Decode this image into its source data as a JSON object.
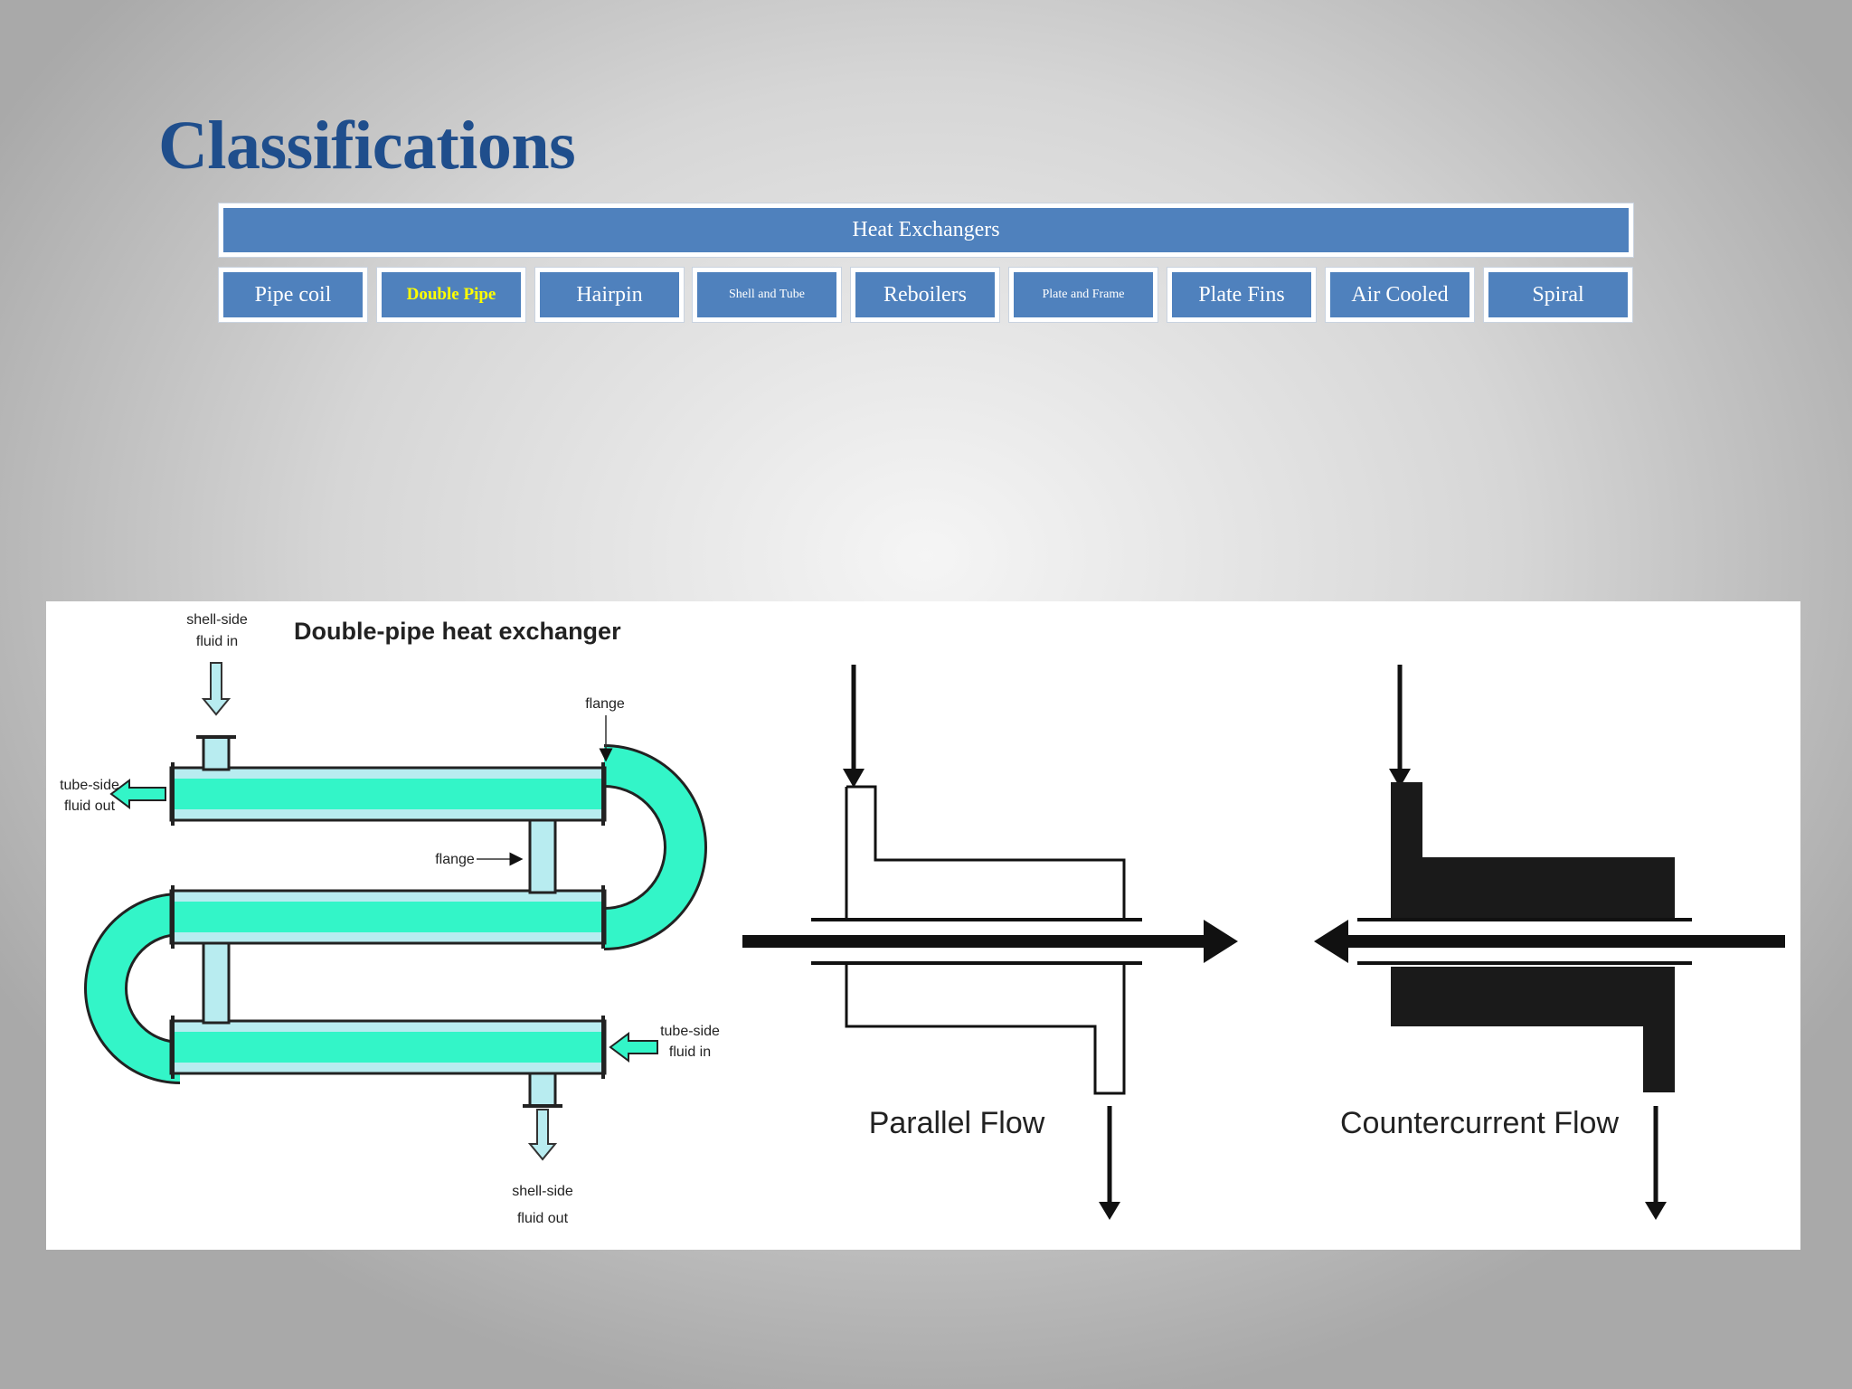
{
  "slide": {
    "title": "Classifications"
  },
  "hierarchy": {
    "root": "Heat Exchangers",
    "categories": [
      {
        "label": "Pipe coil",
        "highlighted": false
      },
      {
        "label": "Double Pipe",
        "highlighted": true
      },
      {
        "label": "Hairpin",
        "highlighted": false
      },
      {
        "label": "Shell and Tube",
        "highlighted": false
      },
      {
        "label": "Reboilers",
        "highlighted": false
      },
      {
        "label": "Plate and Frame",
        "highlighted": false
      },
      {
        "label": "Plate Fins",
        "highlighted": false
      },
      {
        "label": "Air Cooled",
        "highlighted": false
      },
      {
        "label": "Spiral",
        "highlighted": false
      }
    ]
  },
  "colors": {
    "title": "#1f4e8c",
    "box_fill": "#4f81bd",
    "box_border": "#ffffff",
    "highlight_text": "#ffff00",
    "tube_fluid": "#33f5c8",
    "shell_fluid": "#b8ecf0"
  },
  "figure": {
    "double_pipe": {
      "title": "Double-pipe heat exchanger",
      "shell_in": [
        "shell-side",
        "fluid in"
      ],
      "shell_out": [
        "shell-side",
        "fluid out"
      ],
      "tube_in": [
        "tube-side",
        "fluid in"
      ],
      "tube_out": [
        "tube-side",
        "fluid out"
      ],
      "flange_top": "flange",
      "flange_mid": "flange"
    },
    "parallel_label": "Parallel Flow",
    "counter_label": "Countercurrent Flow"
  }
}
